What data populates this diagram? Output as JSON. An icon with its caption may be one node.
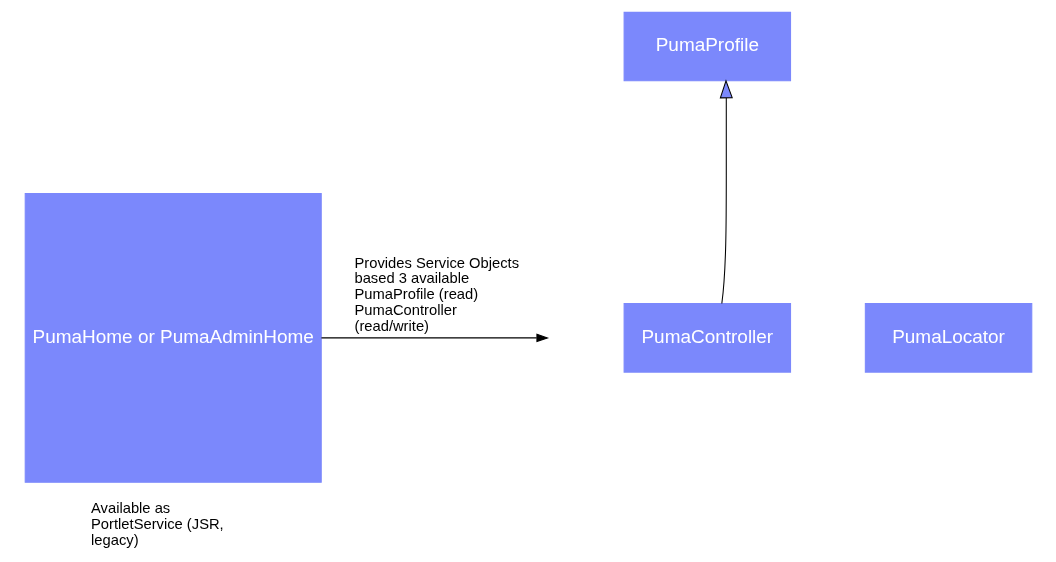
{
  "diagram": {
    "nodes": [
      {
        "text": [
          "PumaProfile"
        ]
      },
      {
        "text": [
          "PumaHome or PumaAdminHome"
        ],
        "beside": [
          "Available as PortletService (JSR, legacy)"
        ]
      },
      {
        "text": [
          "PumaController"
        ]
      },
      {
        "text": [
          "PumaLocator"
        ]
      }
    ],
    "edges": [
      {
        "from": 1,
        "to": null,
        "arrow": "to",
        "label": "Provides Service Objects based 3 available PumaProfile (read) PumaController (read/write)"
      },
      {
        "from": 2,
        "to": 0,
        "arrow": "to"
      }
    ]
  }
}
